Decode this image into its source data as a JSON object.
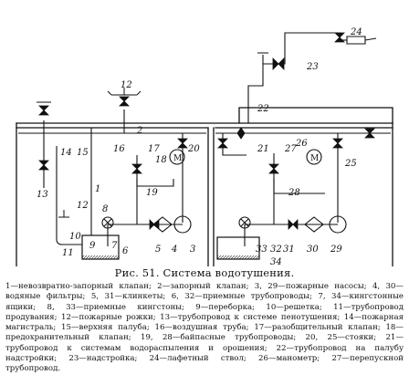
{
  "figure": {
    "caption": "Рис. 51. Система водотушения.",
    "legend": "1—невозвратно-запорный клапан; 2—запорный клапан; 3, 29—пожарные насосы; 4, 30—водяные фильтры; 5, 31—клинкеты; 6, 32—приемные трубопроводы; 7, 34—кингстонные ящики; 8, 33—приемные кингстоны; 9—переборка; 10—решетка; 11—трубопровод продувания; 12—пожарные рожки; 13—трубопровод к системе пенотушения; 14—пожарная магистраль; 15—верхняя палуба; 16—воздушная труба; 17—разобщительный клапан; 18—предохранительный клапан; 19, 28—байпасные трубопроводы; 20, 25—стояки; 21—трубопровод к системам водораспыления и орошения; 22—трубопровод на палубу надстройки; 23—надстройка; 24—лафетный ствол; 26—манометр; 27—перепускной трубопровод."
  },
  "labels": {
    "n1": "1",
    "n2": "2",
    "n3": "3",
    "n4": "4",
    "n5": "5",
    "n6": "6",
    "n7": "7",
    "n8": "8",
    "n9": "9",
    "n10": "10",
    "n11": "11",
    "n12a": "12",
    "n12b": "12",
    "n13": "13",
    "n14": "14",
    "n15": "15",
    "n16": "16",
    "n17": "17",
    "n18": "18",
    "n19": "19",
    "n20": "20",
    "n21": "21",
    "n22": "22",
    "n23": "23",
    "n24": "24",
    "n25": "25",
    "n26": "26",
    "n27": "27",
    "n28": "28",
    "n29": "29",
    "n30": "30",
    "n31": "31",
    "n32": "32",
    "n33": "33",
    "n34": "34"
  },
  "gauges": {
    "symbol": "M"
  }
}
